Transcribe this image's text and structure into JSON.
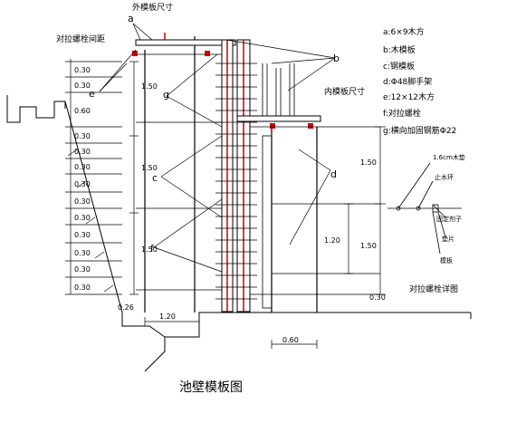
{
  "labels": {
    "outer_formwork_size": "外模板尺寸",
    "inner_formwork_size": "内模板尺寸",
    "tie_bolt_spacing": "对拉螺栓间距",
    "tie_bolt_detail": "对拉螺栓详图",
    "drawing_title": "池壁模板图"
  },
  "legend": [
    "a:6×9木方",
    "b:木模板",
    "c:钢模板",
    "d:Φ48脚手架",
    "e:12×12木方",
    "f:对拉螺栓",
    "g:横向加固钢筋Φ22"
  ],
  "callouts": {
    "a": "a",
    "b": "b",
    "c": "c",
    "d": "d",
    "e": "e",
    "f": "f",
    "g": "g"
  },
  "detail_labels": [
    "1.6cm木垫",
    "止水环",
    "固定剂子",
    "垫片",
    "模板"
  ],
  "dimensions": {
    "left_030": "0.30",
    "left_060": "0.60",
    "left_150": "1.50",
    "left_026": "0.26",
    "bottom_120": "1.20",
    "bottom_060": "0.60",
    "right_150": "1.50",
    "right_120": "1.20",
    "right_030": "0.30"
  }
}
